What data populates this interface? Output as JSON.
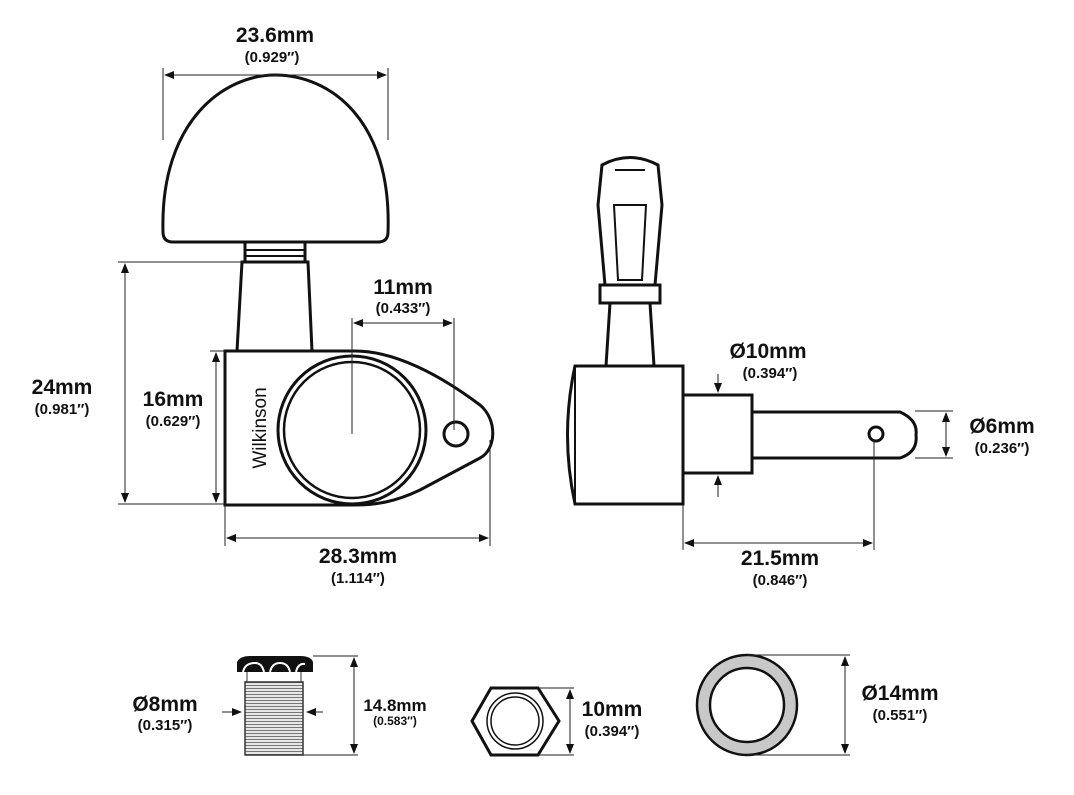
{
  "brand": "Wilkinson",
  "dimensions": {
    "knob_width": {
      "mm": "23.6mm",
      "in": "(0.929″)"
    },
    "total_height": {
      "mm": "24mm",
      "in": "(0.981″)"
    },
    "housing_height": {
      "mm": "16mm",
      "in": "(0.629″)"
    },
    "hole_spacing": {
      "mm": "11mm",
      "in": "(0.433″)"
    },
    "housing_length": {
      "mm": "28.3mm",
      "in": "(1.114″)"
    },
    "shaft_base_dia": {
      "mm": "Ø10mm",
      "in": "(0.394″)"
    },
    "post_dia": {
      "mm": "Ø6mm",
      "in": "(0.236″)"
    },
    "post_length": {
      "mm": "21.5mm",
      "in": "(0.846″)"
    },
    "bushing_dia": {
      "mm": "Ø8mm",
      "in": "(0.315″)"
    },
    "bushing_height": {
      "mm": "14.8mm",
      "in": "(0.583″)"
    },
    "nut_size": {
      "mm": "10mm",
      "in": "(0.394″)"
    },
    "washer_dia": {
      "mm": "Ø14mm",
      "in": "(0.551″)"
    }
  }
}
